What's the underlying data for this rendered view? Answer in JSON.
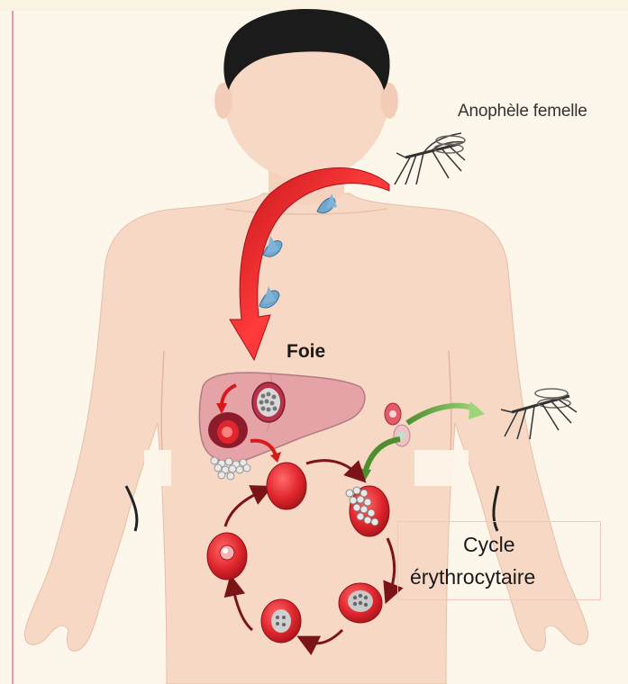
{
  "labels": {
    "mosquito": "Anophèle femelle",
    "liver": "Foie",
    "cycle_line1": "Cycle",
    "cycle_line2": "érythrocytaire"
  },
  "colors": {
    "background": "#fdf6ea",
    "skin": "#f7d8c4",
    "hair": "#1b1b1b",
    "red_arrow": "#d7191c",
    "green_arrow": "#5a9a3a",
    "liver": "#e5a3a8",
    "sporozoite": "#6fa7cf",
    "erythrocyte": "#d8232a",
    "cycle_arrow": "#7a1416"
  }
}
